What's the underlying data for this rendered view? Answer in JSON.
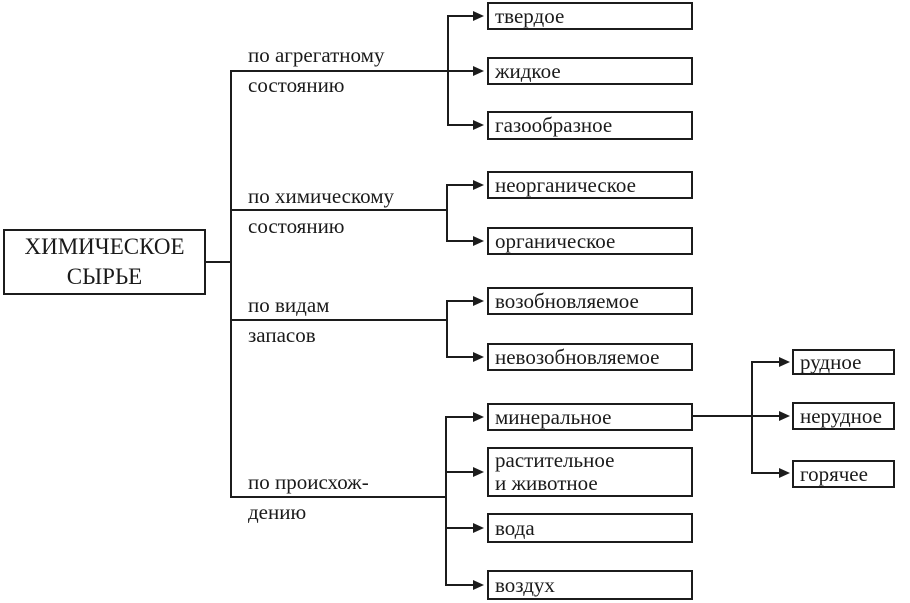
{
  "diagram": {
    "root": {
      "label": "ХИМИЧЕСКОЕ\nСЫРЬЕ"
    },
    "branches": [
      {
        "label": "по агрегатному\nсостоянию",
        "children": [
          "твердое",
          "жидкое",
          "газообразное"
        ]
      },
      {
        "label": "по химическому\nсостоянию",
        "children": [
          "неорганическое",
          "органическое"
        ]
      },
      {
        "label": "по видам\nзапасов",
        "children": [
          "возобновляемое",
          "невозобновляемое"
        ]
      },
      {
        "label": "по происхож-\nдению",
        "children": [
          "минеральное",
          "растительное\nи животное",
          "вода",
          "воздух"
        ]
      }
    ],
    "subbranch": {
      "parent": "минеральное",
      "children": [
        "рудное",
        "нерудное",
        "горячее"
      ]
    },
    "colors": {
      "line": "#1c1c1c",
      "box_border": "#1c1c1c",
      "background": "#ffffff",
      "text": "#1a1a1a"
    }
  }
}
